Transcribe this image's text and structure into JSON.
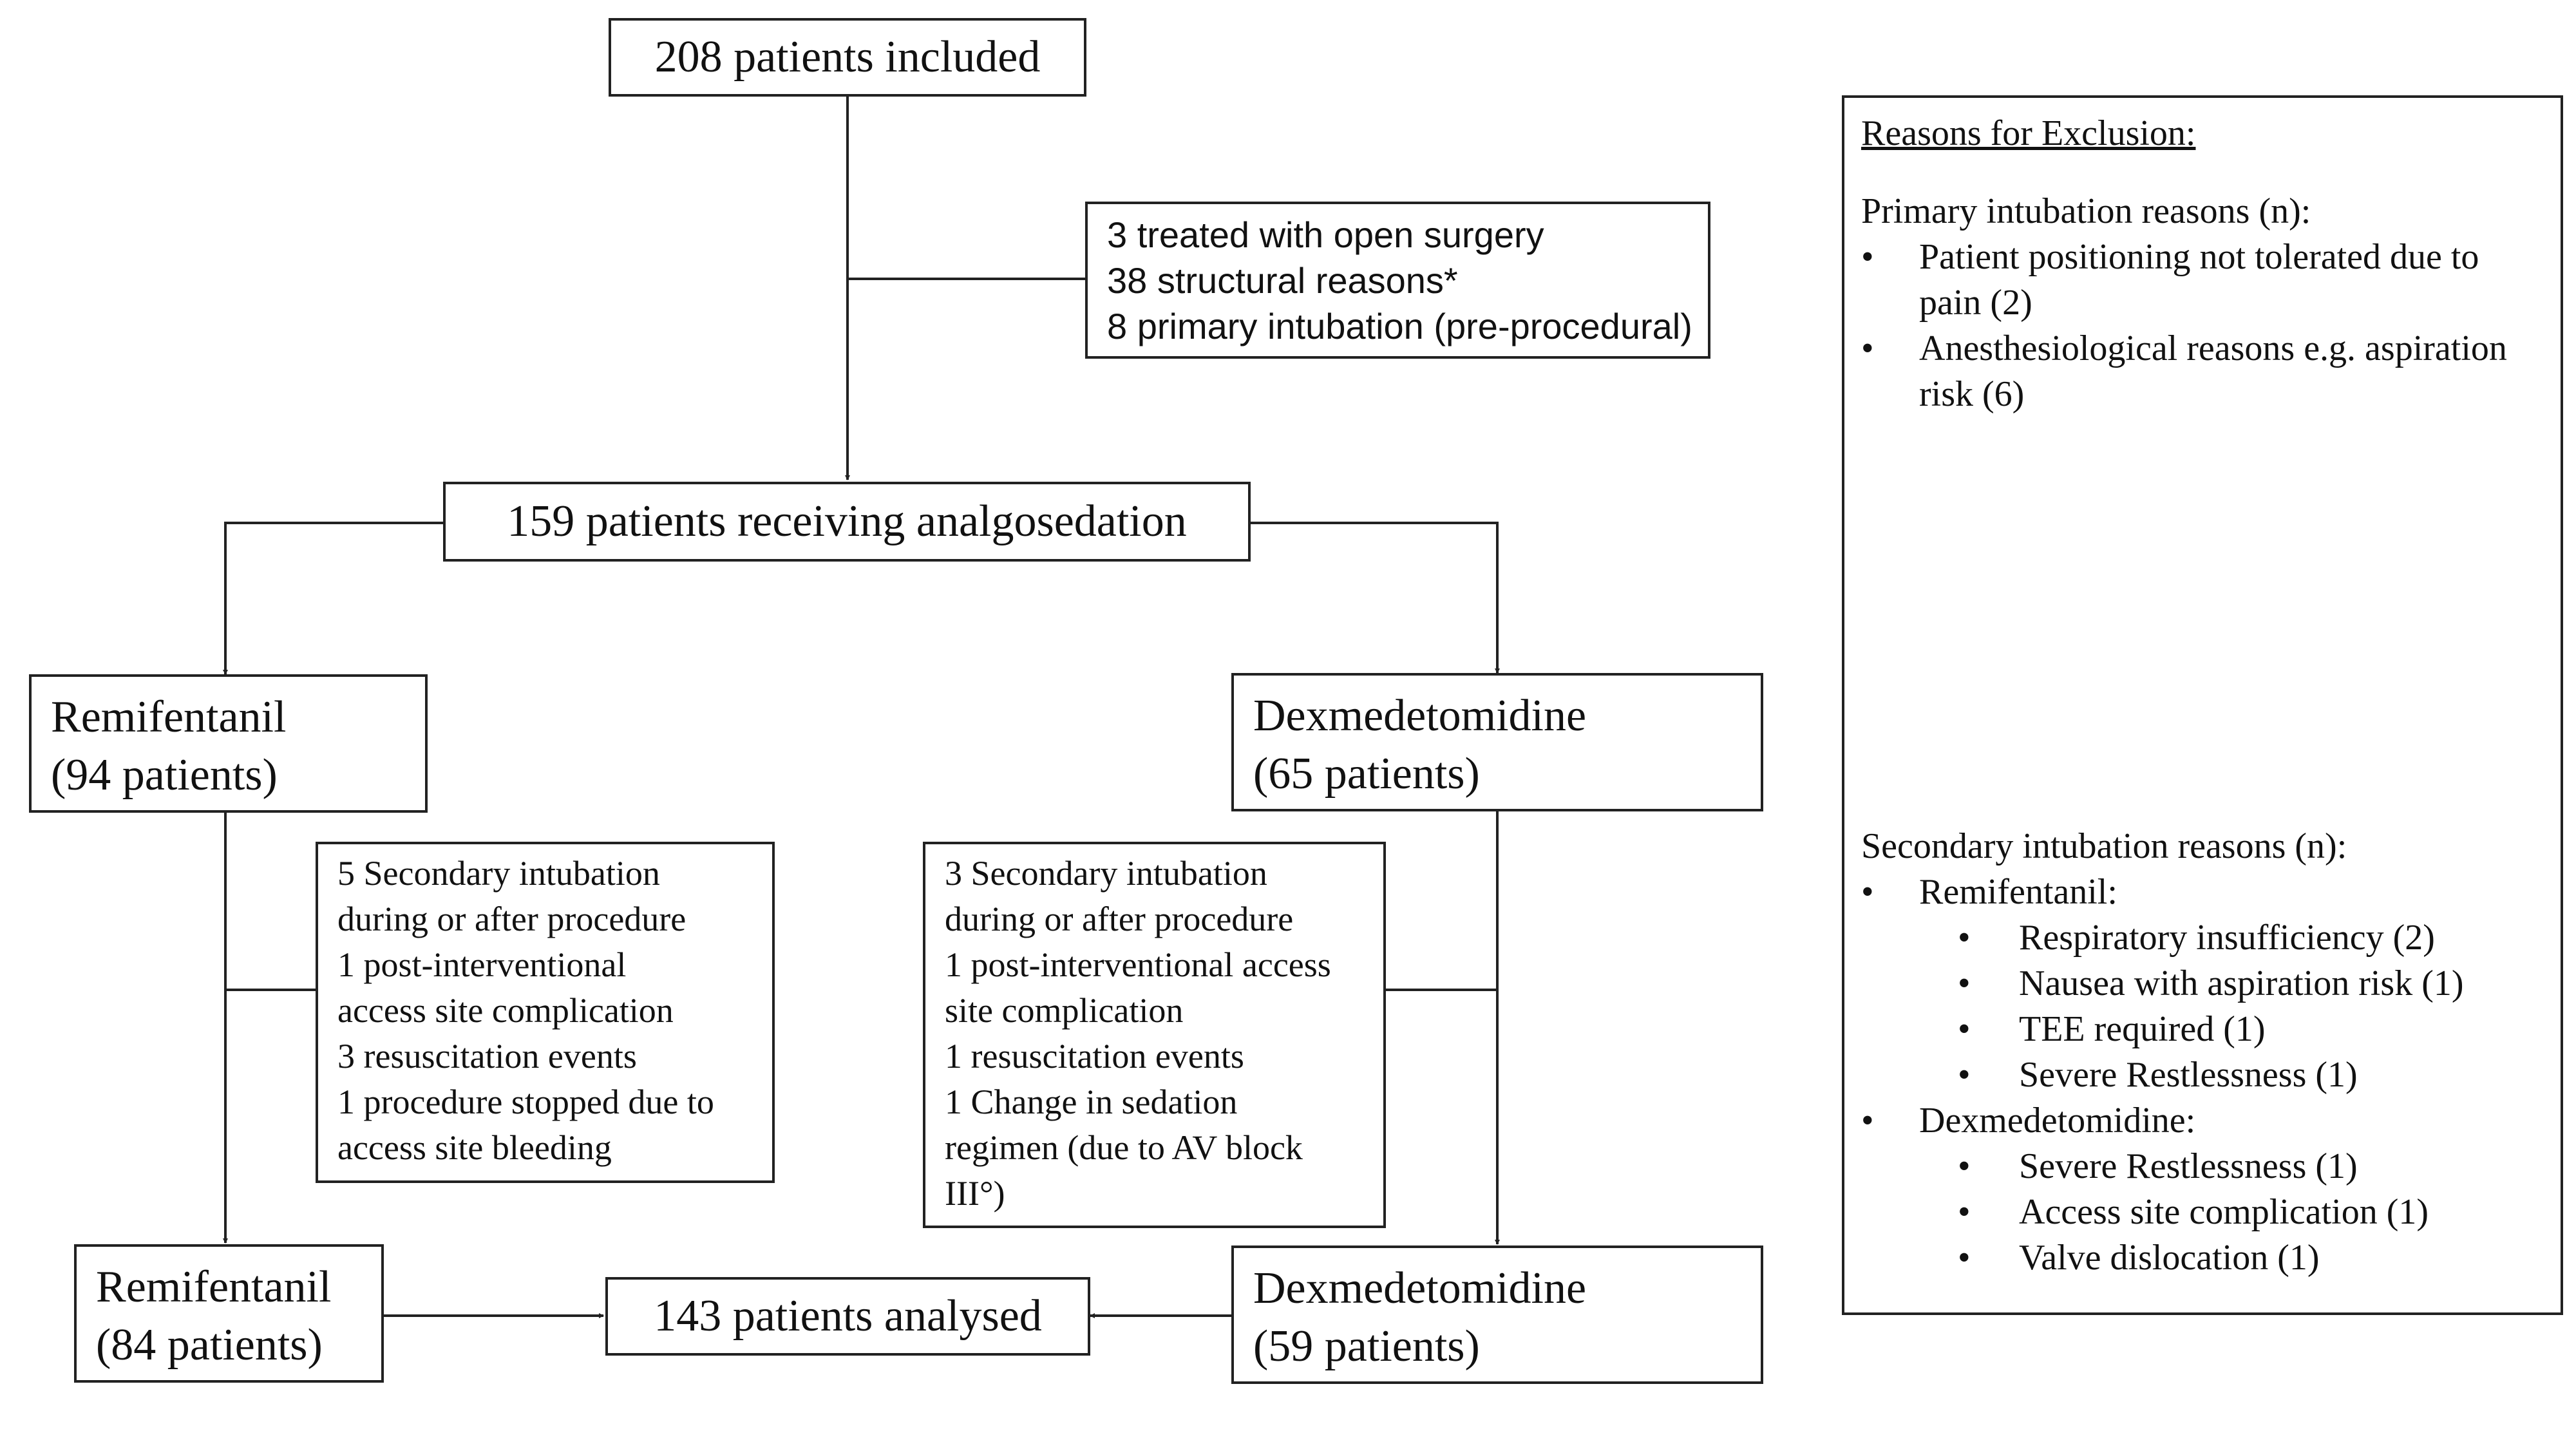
{
  "flow": {
    "included": "208 patients included",
    "excluded_lines": [
      "3 treated with open surgery",
      "38 structural reasons*",
      "8 primary intubation (pre-procedural)"
    ],
    "analgosedation": "159 patients receiving analgosedation",
    "remi_start": {
      "name": "Remifentanil",
      "count": "(94 patients)"
    },
    "dex_start": {
      "name": "Dexmedetomidine",
      "count": "(65 patients)"
    },
    "remi_losses": [
      "5 Secondary intubation",
      "during or after procedure",
      "1 post-interventional",
      "access site complication",
      "3 resuscitation events",
      "1 procedure stopped due to",
      "access site bleeding"
    ],
    "dex_losses": [
      "3 Secondary intubation",
      "during or after procedure",
      "1 post-interventional access",
      "site complication",
      "1 resuscitation events",
      "1 Change in sedation",
      "regimen (due to AV block",
      "III°)"
    ],
    "remi_end": {
      "name": "Remifentanil",
      "count": "(84 patients)"
    },
    "dex_end": {
      "name": "Dexmedetomidine",
      "count": "(59 patients)"
    },
    "analysed": "143 patients analysed"
  },
  "exclusion_panel": {
    "title": "Reasons for Exclusion:",
    "primary_heading": "Primary intubation reasons (n):",
    "primary_items": [
      "Patient positioning not tolerated due to",
      "pain (2)",
      "Anesthesiological reasons e.g. aspiration",
      "risk (6)"
    ],
    "secondary_heading": "Secondary intubation reasons (n):",
    "remi_label": "Remifentanil:",
    "remi_items": [
      "Respiratory insufficiency (2)",
      "Nausea with aspiration risk (1)",
      "TEE required (1)",
      "Severe Restlessness (1)"
    ],
    "dex_label": "Dexmedetomidine:",
    "dex_items": [
      "Severe Restlessness (1)",
      "Access site complication (1)",
      "Valve dislocation (1)"
    ],
    "bullet": "•"
  }
}
